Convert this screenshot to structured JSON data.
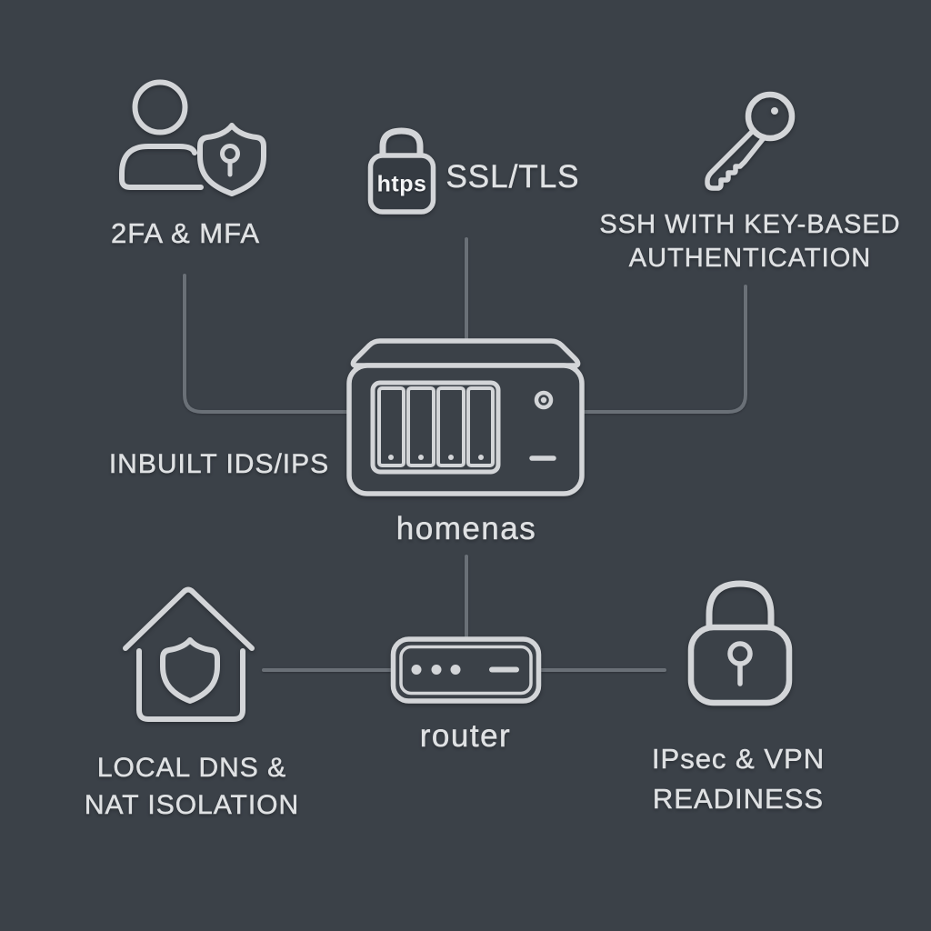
{
  "title": "home NAS security features diagram",
  "colors": {
    "bg": "#3b4148",
    "wire": "#6a7077",
    "icon": "#d3d5d8",
    "text": "#dfe1e3",
    "lock-fill": "#353b42",
    "badge-text": "#f3f4f5"
  },
  "nodes": {
    "mfa": {
      "label": "2FA & MFA",
      "icon": "user-shield-icon"
    },
    "ssl": {
      "label": "SSL/TLS",
      "badge": "htps",
      "icon": "padlock-https-icon"
    },
    "ssh": {
      "line1": "SSH WITH KEY-BASED",
      "line2": "AUTHENTICATION",
      "icon": "key-icon"
    },
    "ids": {
      "label": "INBUILT IDS/IPS"
    },
    "nas": {
      "label": "homenas",
      "icon": "nas-device-icon"
    },
    "dns": {
      "line1": "LOCAL DNS &",
      "line2": "NAT ISOLATION",
      "icon": "house-shield-icon"
    },
    "router": {
      "label": "router",
      "icon": "router-icon"
    },
    "vpn": {
      "line1": "IPsec & VPN",
      "line2": "READINESS",
      "icon": "padlock-icon"
    }
  },
  "edges": [
    {
      "from": "mfa",
      "to": "nas"
    },
    {
      "from": "ssl",
      "to": "nas"
    },
    {
      "from": "ssh",
      "to": "nas"
    },
    {
      "from": "nas",
      "to": "router"
    },
    {
      "from": "dns",
      "to": "router"
    },
    {
      "from": "vpn",
      "to": "router"
    }
  ]
}
